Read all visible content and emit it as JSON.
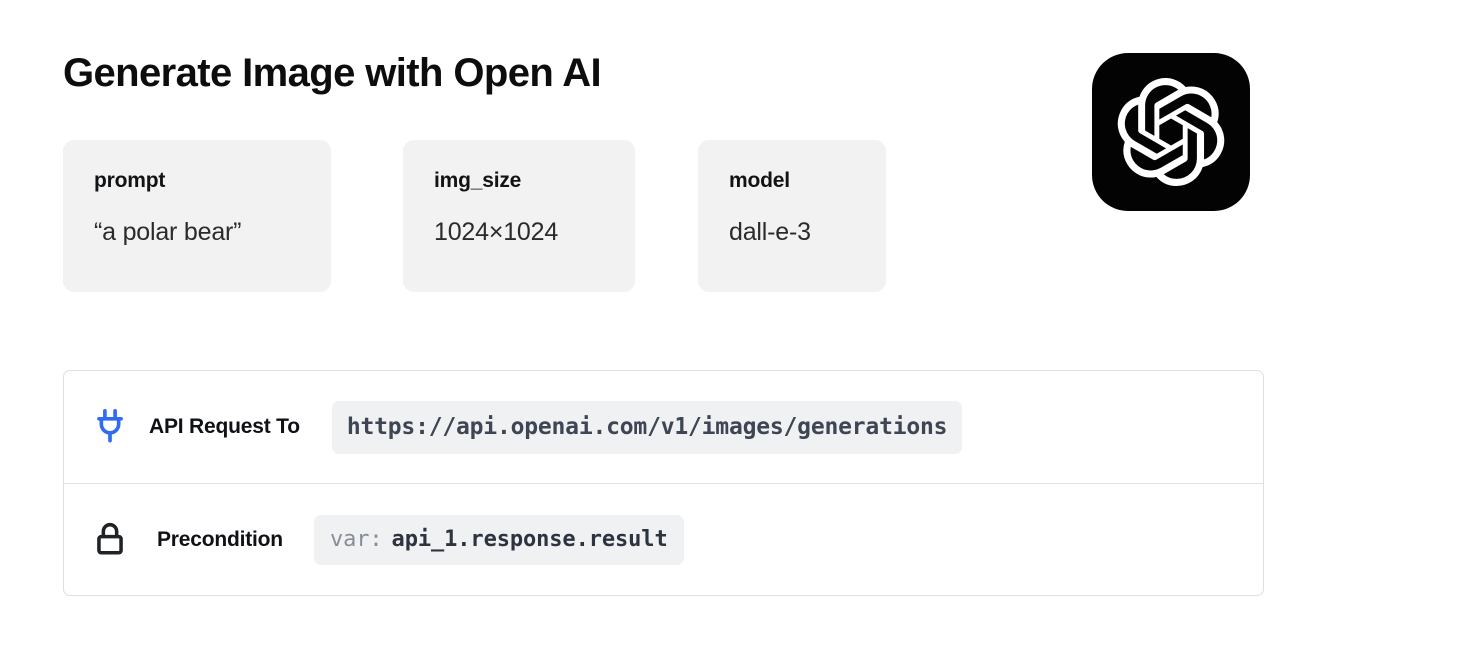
{
  "header": {
    "title": "Generate Image with Open AI",
    "logo": {
      "icon": "openai-logo-icon",
      "background": "#030303",
      "foreground": "#ffffff"
    }
  },
  "params": [
    {
      "key": "prompt",
      "value": "“a polar bear”"
    },
    {
      "key": "img_size",
      "value": "1024×1024"
    },
    {
      "key": "model",
      "value": "dall-e-3"
    }
  ],
  "info_panel": {
    "rows": [
      {
        "icon": "plug-icon",
        "icon_color": "#2f6cf0",
        "label": "API Request To",
        "chip_value": "https://api.openai.com/v1/images/generations"
      },
      {
        "icon": "lock-icon",
        "icon_color": "#1f2328",
        "label": "Precondition",
        "chip_prefix": "var:",
        "chip_value": "api_1.response.result"
      }
    ]
  },
  "colors": {
    "page_background": "#ffffff",
    "card_background": "#f2f2f2",
    "chip_background": "#f0f1f3",
    "panel_border": "#dcdfe5",
    "row_divider": "#dfe2e8",
    "text_primary": "#0d0d0d",
    "code_text": "#3e4654",
    "muted_text": "#878d97",
    "accent_blue": "#2f6cf0"
  }
}
